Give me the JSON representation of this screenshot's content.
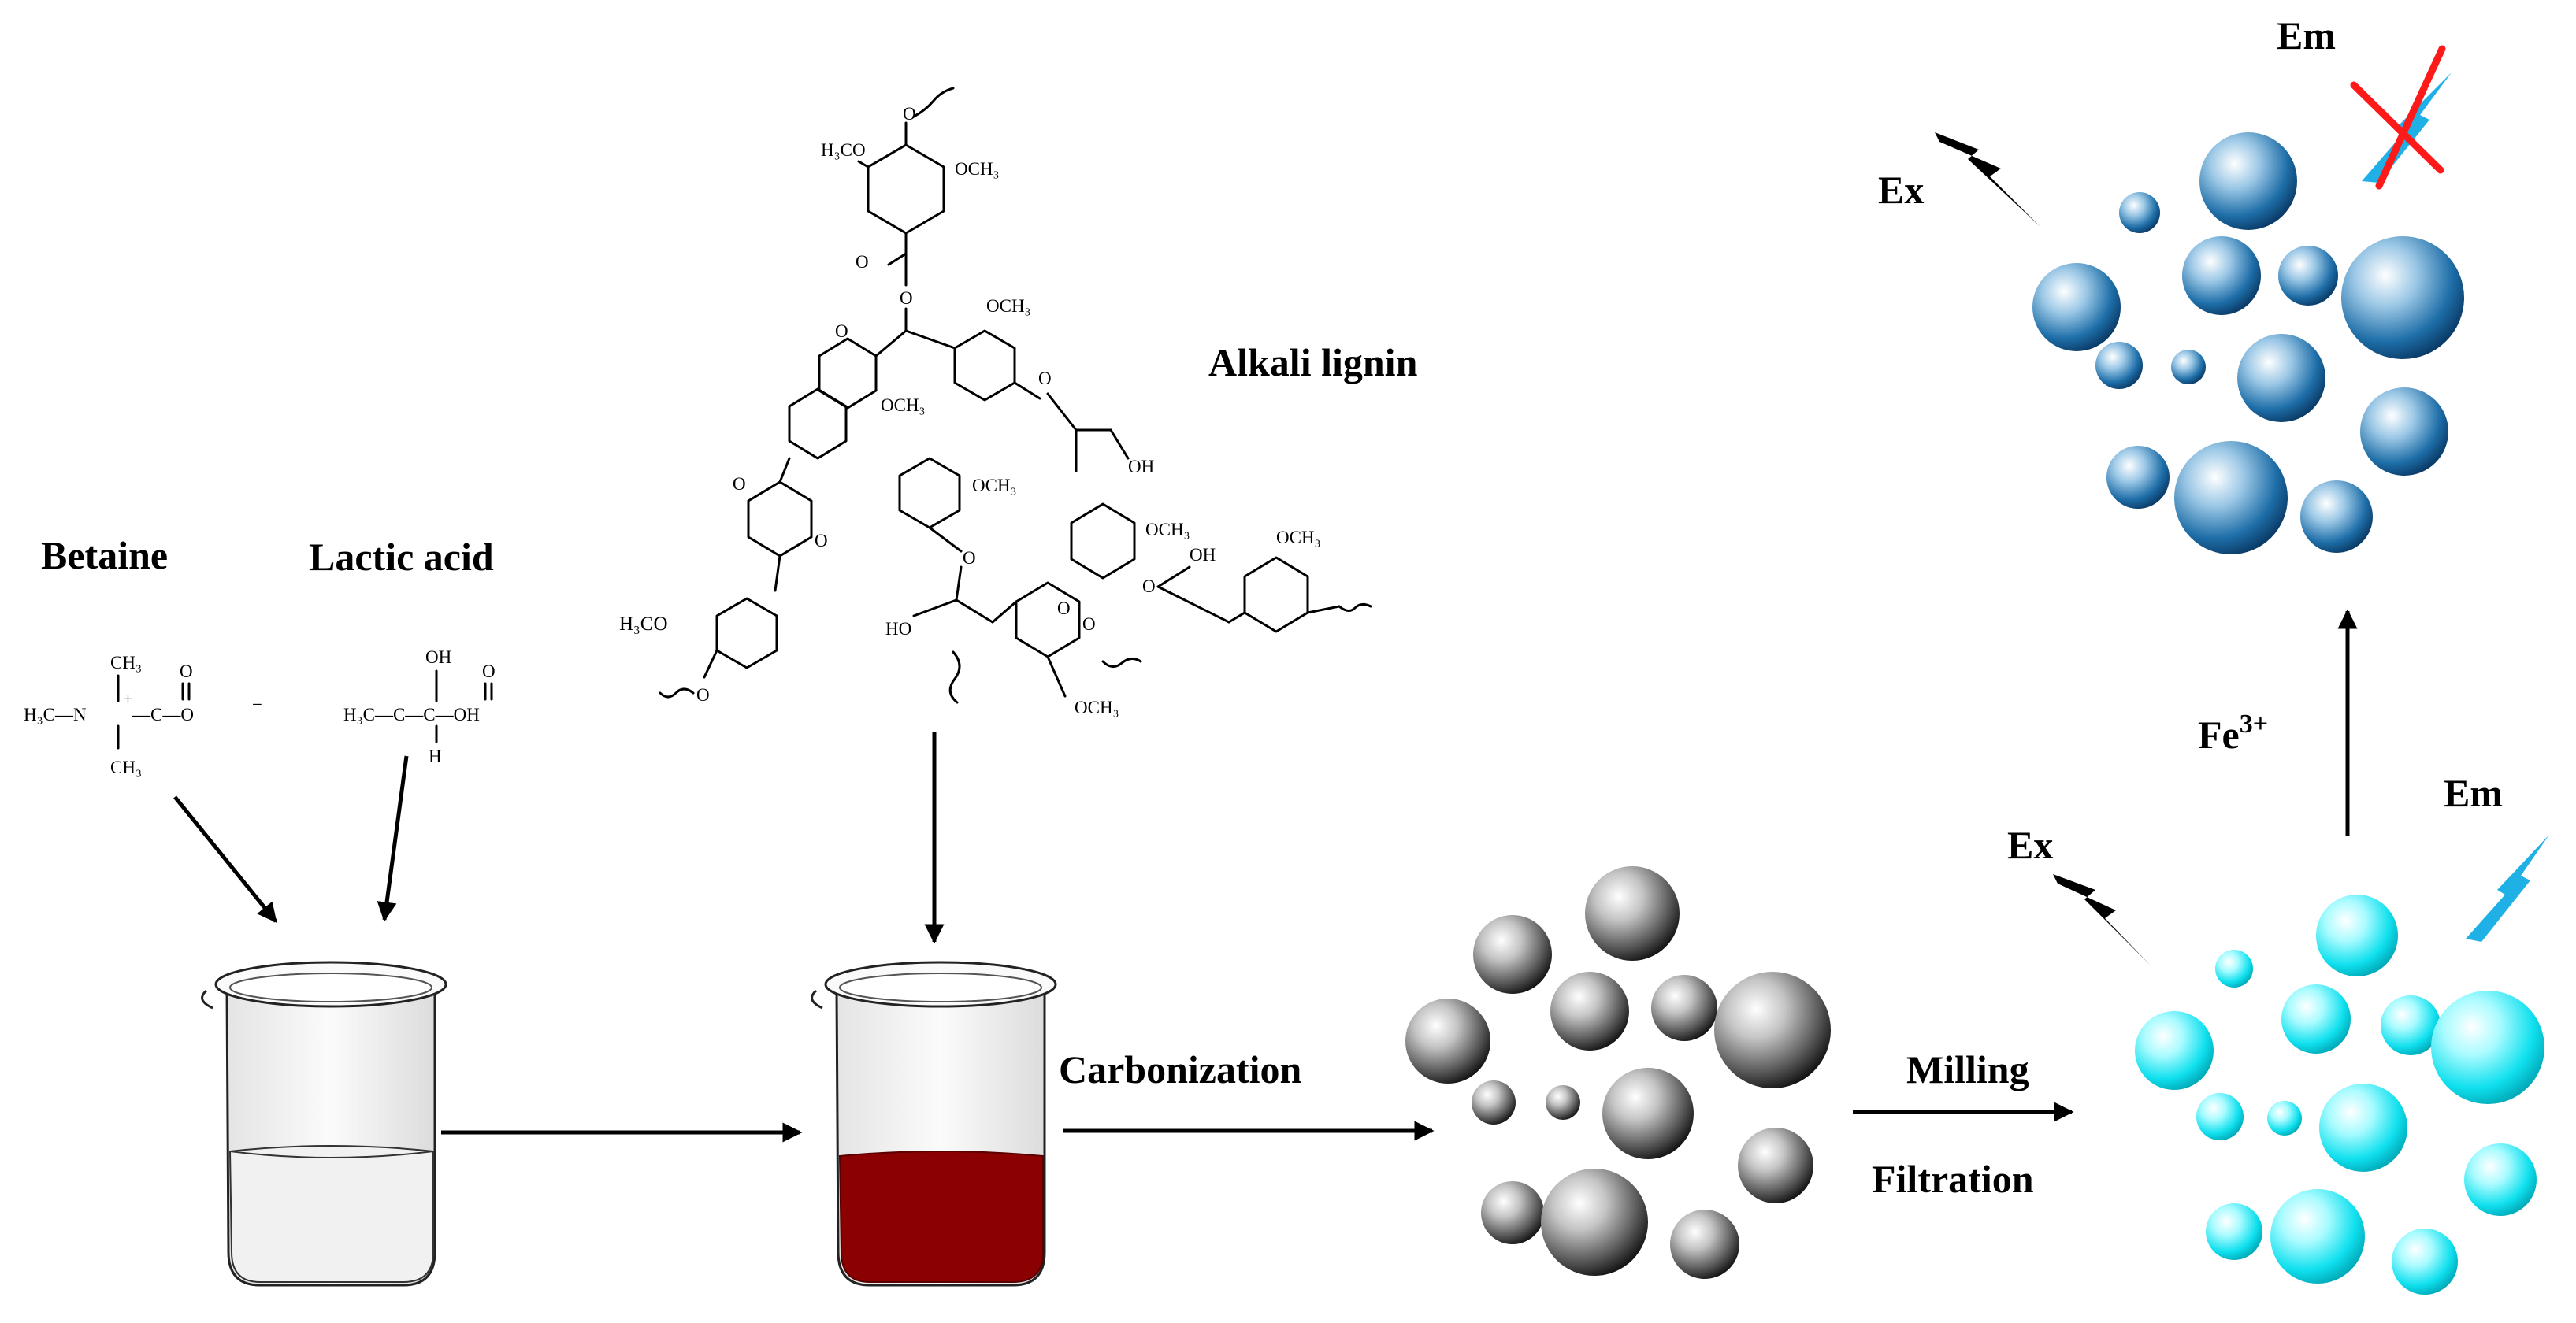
{
  "labels": {
    "betaine": "Betaine",
    "lactic_acid": "Lactic acid",
    "alkali_lignin": "Alkali lignin",
    "carbonization": "Carbonization",
    "milling": "Milling",
    "filtration": "Filtration",
    "ex_bottom": "Ex",
    "em_bottom": "Em",
    "ex_top": "Ex",
    "em_top": "Em",
    "fe": "Fe",
    "fe_charge": "3+"
  },
  "betaine_structure": {
    "ch3_top": "CH₃",
    "o_double": "O",
    "h3c_left": "H₃C—N",
    "plus": "+",
    "carboxylate": "—C—O",
    "minus": "−",
    "ch3_bottom": "CH₃"
  },
  "lactic_structure": {
    "oh_top": "OH",
    "o_double": "O",
    "chain": "H₃C—C—C—OH",
    "h_bottom": "H"
  },
  "lignin_groups": {
    "h3co_top": "H₃CO",
    "och3_top": "OCH₃",
    "o_top": "O",
    "o_ester": "O",
    "o_ester2": "O",
    "och3_a": "OCH₃",
    "o_a": "O",
    "o_b": "O",
    "och3_b": "OCH₃",
    "o_ring1": "O",
    "o_ring2": "O",
    "oh_a": "OH",
    "och3_c": "OCH₃",
    "h3co_bottom": "H₃CO",
    "o_left": "O",
    "o_c": "O",
    "oh_b": "HO",
    "och3_d": "OCH₃",
    "oh_c": "OH",
    "och3_e": "OCH₃",
    "o_d": "O",
    "o_e": "O",
    "och3_f": "OCH₃",
    "o_f": "O"
  },
  "colors": {
    "dark_red_solution": "#8b0000",
    "carbon_dot": "#555555",
    "cyan_dot": "#00e5f0",
    "blue_dot": "#1a6fa8",
    "emission_bolt": "#1fb0e6",
    "cross": "#ff1a1a",
    "liquid_light": "#f1f1f1"
  },
  "icons": {
    "bolt": "lightning-bolt-icon",
    "cross": "cross-out-icon",
    "beaker": "beaker-icon"
  }
}
